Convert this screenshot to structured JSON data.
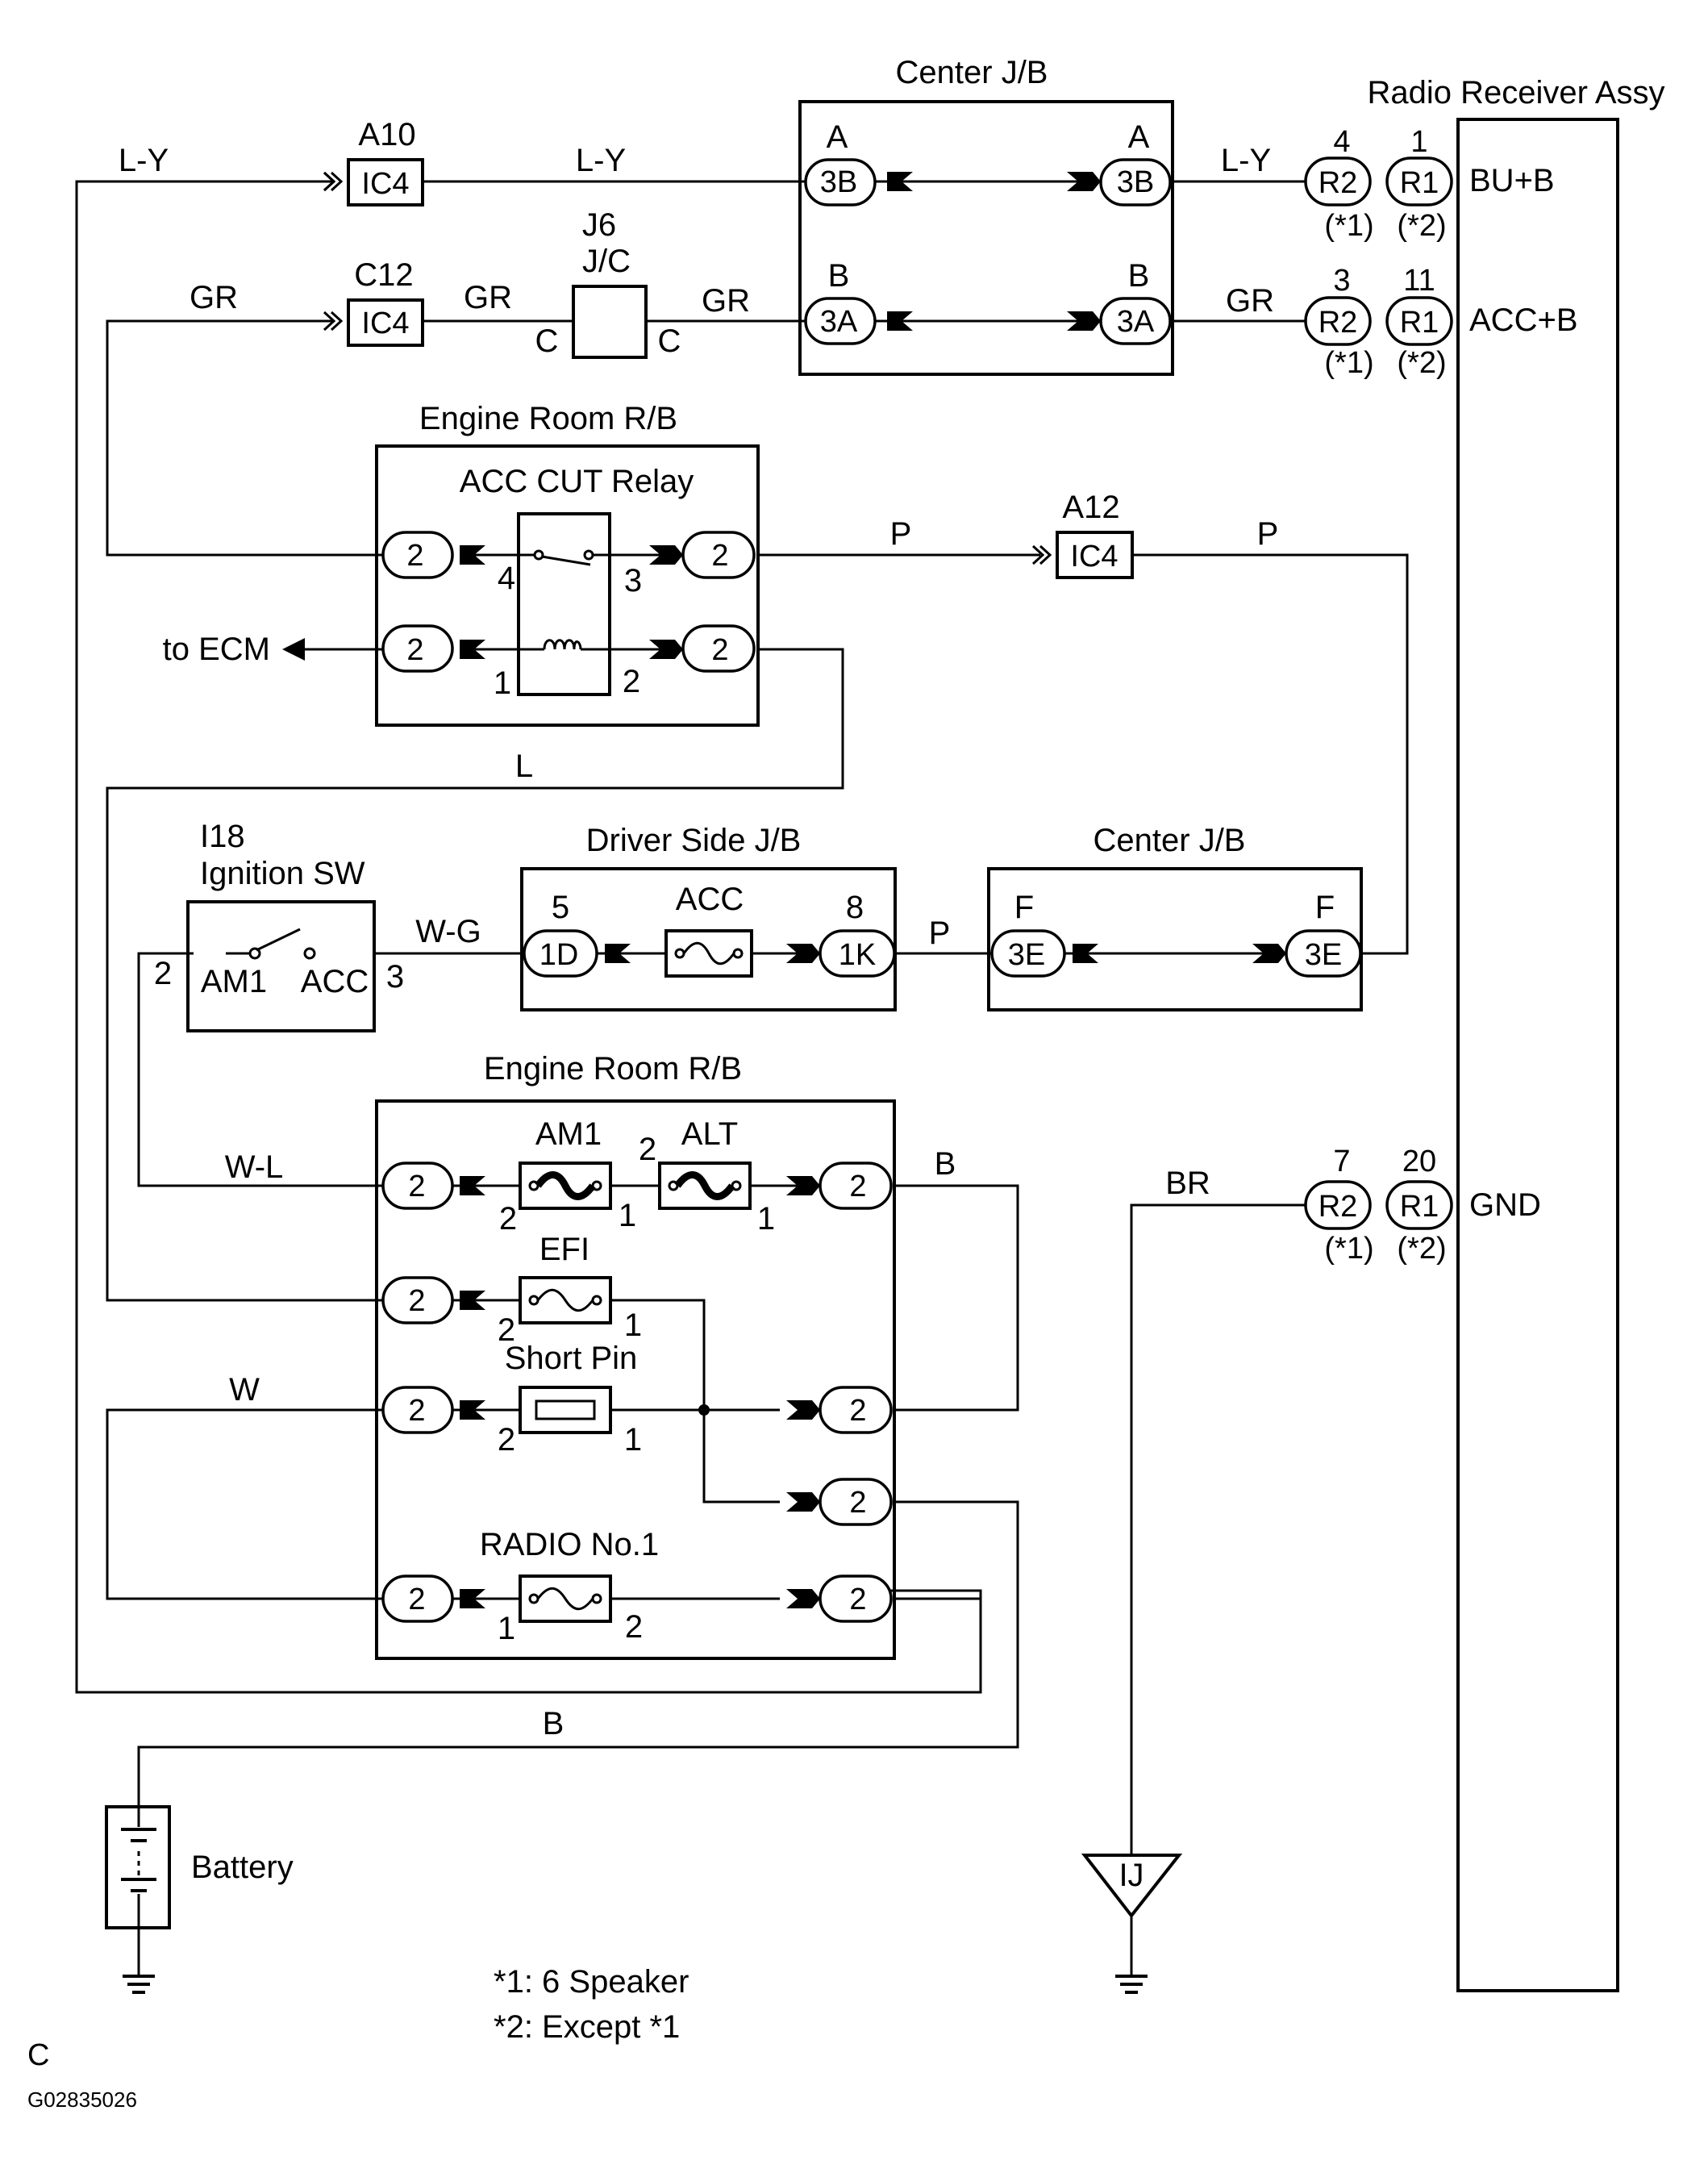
{
  "labels": {
    "center_jb_top": "Center J/B",
    "radio_receiver": "Radio Receiver Assy",
    "engine_room_rb_top": "Engine Room R/B",
    "acc_cut_relay": "ACC CUT Relay",
    "to_ecm": "to ECM",
    "ignition_id": "I18",
    "ignition_sw": "Ignition SW",
    "driver_side_jb": "Driver Side J/B",
    "center_jb_mid": "Center J/B",
    "engine_room_rb_bottom": "Engine Room R/B",
    "battery": "Battery",
    "jc_id": "J6",
    "jc": "J/C",
    "jc_pin": "C"
  },
  "terminals": {
    "bu_b": "BU+B",
    "acc_b": "ACC+B",
    "gnd": "GND"
  },
  "radio_pins": {
    "r2": "R2",
    "r1": "R1",
    "note1": "(*1)",
    "note2": "(*2)",
    "bu_r2_num": "4",
    "bu_r1_num": "1",
    "acc_r2_num": "3",
    "acc_r1_num": "11",
    "gnd_r2_num": "7",
    "gnd_r1_num": "20"
  },
  "connectors": {
    "ic4": "IC4",
    "a10": "A10",
    "c12": "C12",
    "a12": "A12",
    "3b": "3B",
    "3a": "3A",
    "3e": "3E",
    "1d": "1D",
    "1k": "1K",
    "two": "2",
    "pin_a": "A",
    "pin_b": "B",
    "pin_f": "F",
    "ground_ij": "IJ"
  },
  "wires": {
    "l_y": "L-Y",
    "gr": "GR",
    "p": "P",
    "l": "L",
    "w_g": "W-G",
    "w_l": "W-L",
    "b": "B",
    "w": "W",
    "br": "BR"
  },
  "fuses": {
    "acc": "ACC",
    "am1": "AM1",
    "alt": "ALT",
    "efi": "EFI",
    "short_pin": "Short Pin",
    "radio_no1": "RADIO No.1"
  },
  "ignition_pins": {
    "am1": "AM1",
    "acc": "ACC",
    "pin2": "2",
    "pin3": "3"
  },
  "pin_numbers": {
    "n1": "1",
    "n2": "2",
    "n3": "3",
    "n4": "4",
    "n5": "5",
    "n8": "8"
  },
  "footnotes": {
    "note1": "*1:  6 Speaker",
    "note2": "*2:  Except *1"
  },
  "corner": {
    "letter": "C",
    "code": "G02835026"
  }
}
